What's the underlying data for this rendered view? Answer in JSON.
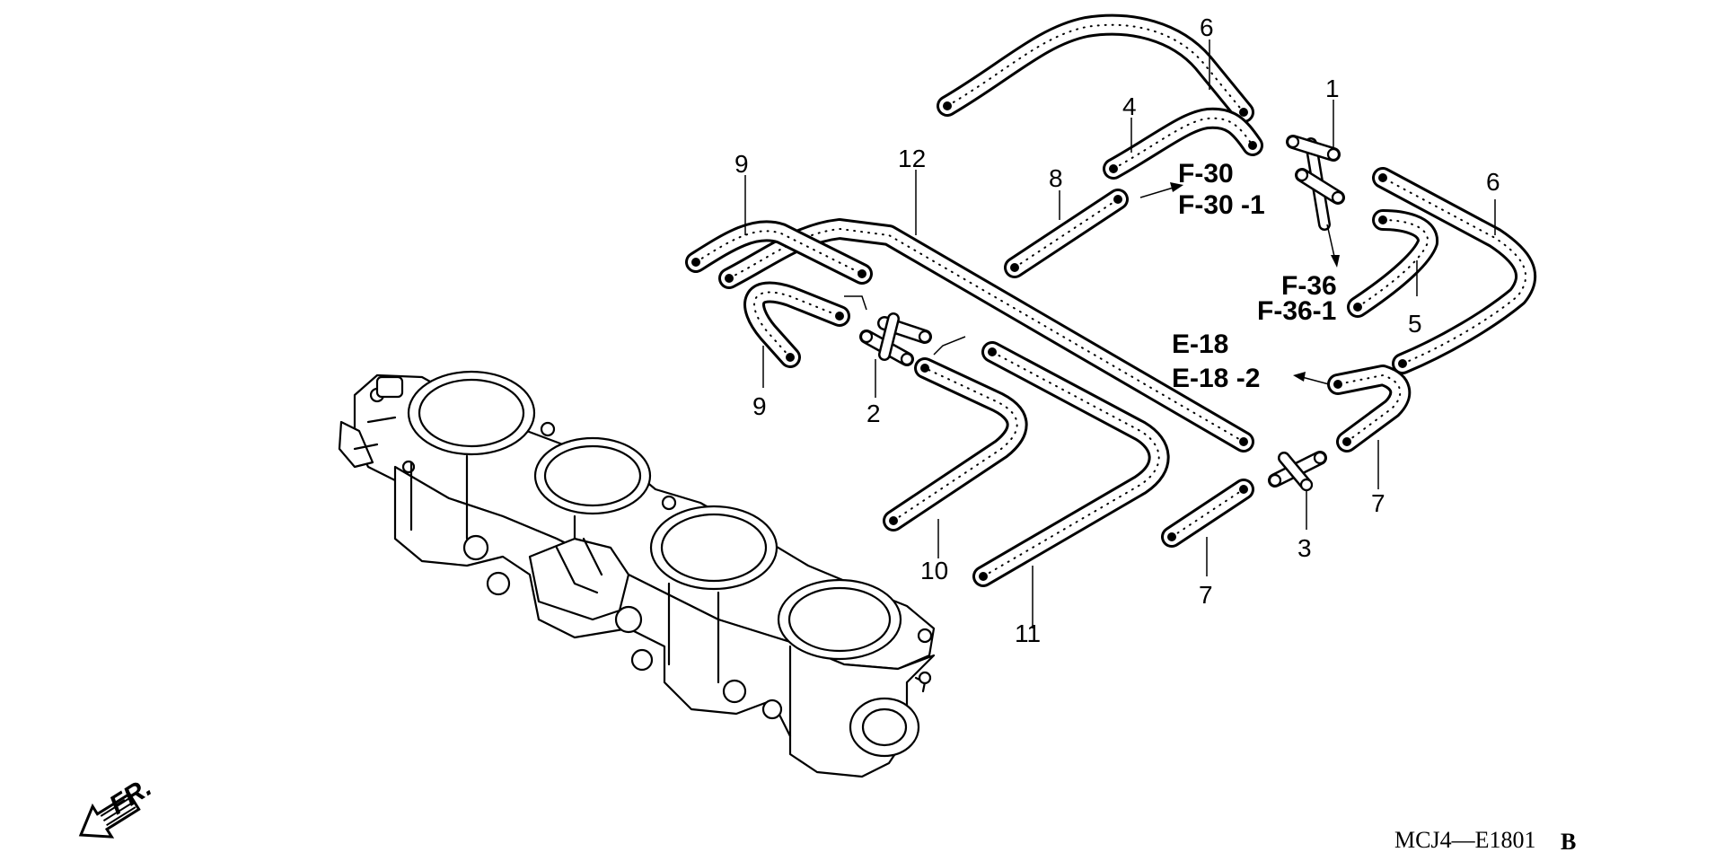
{
  "part_numbers": {
    "p1": "1",
    "p2": "2",
    "p3": "3",
    "p4": "4",
    "p5": "5",
    "p6a": "6",
    "p6b": "6",
    "p7a": "7",
    "p7b": "7",
    "p8": "8",
    "p9a": "9",
    "p9b": "9",
    "p10": "10",
    "p11": "11",
    "p12": "12"
  },
  "references": {
    "f30": "F-30",
    "f30_1": "F-30 -1",
    "f36": "F-36",
    "f36_1": "F-36-1",
    "e18": "E-18",
    "e18_2": "E-18 -2"
  },
  "front_indicator": "FR.",
  "diagram_code": "MCJ4—E1801",
  "diagram_code_suffix": "B"
}
